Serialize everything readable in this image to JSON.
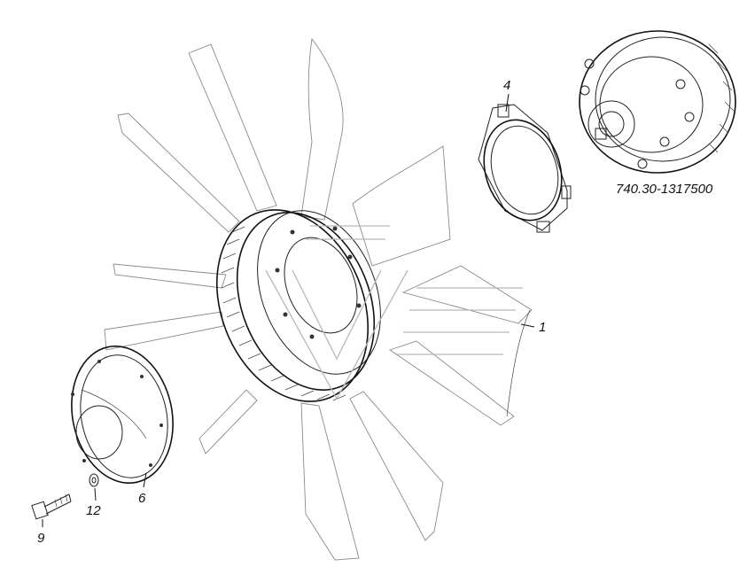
{
  "part_number": "740.30-1317500",
  "callouts": {
    "c1": "1",
    "c4": "4",
    "c6": "6",
    "c9": "9",
    "c12": "12"
  },
  "components": [
    {
      "ref": "1",
      "name": "fan impeller"
    },
    {
      "ref": "4",
      "name": "shroud ring"
    },
    {
      "ref": "6",
      "name": "hub cover"
    },
    {
      "ref": "9",
      "name": "bolt"
    },
    {
      "ref": "12",
      "name": "washer"
    }
  ],
  "assembly_icon": "viscous-fan-clutch"
}
